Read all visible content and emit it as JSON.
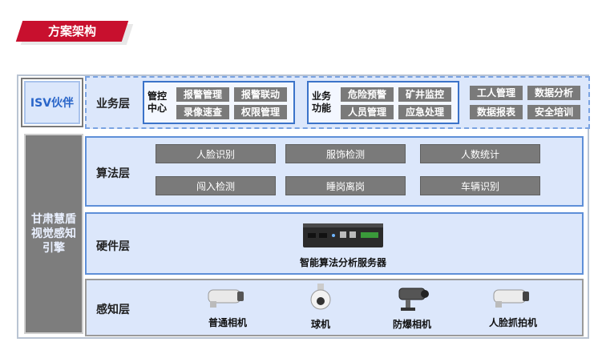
{
  "title": "方案架构",
  "side": {
    "isv": "ISV伙伴",
    "engine_lines": [
      "甘肃慧盾",
      "视觉感知",
      "引擎"
    ]
  },
  "layers": {
    "business": {
      "label": "业务层",
      "group1": {
        "label_lines": [
          "管控",
          "中心"
        ],
        "items": [
          "报警管理",
          "报警联动",
          "录像速查",
          "权限管理"
        ]
      },
      "group2": {
        "label_lines": [
          "业务",
          "功能"
        ],
        "items": [
          "危险预警",
          "矿井监控",
          "人员管理",
          "应急处理"
        ]
      },
      "group3": {
        "items": [
          "工人管理",
          "数据分析",
          "数据报表",
          "安全培训"
        ]
      }
    },
    "algorithm": {
      "label": "算法层",
      "items": [
        "人脸识别",
        "服饰检测",
        "人数统计",
        "闯入检测",
        "睡岗离岗",
        "车辆识别"
      ]
    },
    "hardware": {
      "label": "硬件层",
      "device": "智能算法分析服务器"
    },
    "sensing": {
      "label": "感知层",
      "devices": [
        "普通相机",
        "球机",
        "防爆相机",
        "人脸抓拍机"
      ]
    }
  },
  "colors": {
    "accent_red": "#c8102e",
    "panel_blue": "#dce7fb",
    "border_blue": "#5e8fd8",
    "box_gray": "#7a7a7a",
    "text_blue": "#2a66c9"
  }
}
